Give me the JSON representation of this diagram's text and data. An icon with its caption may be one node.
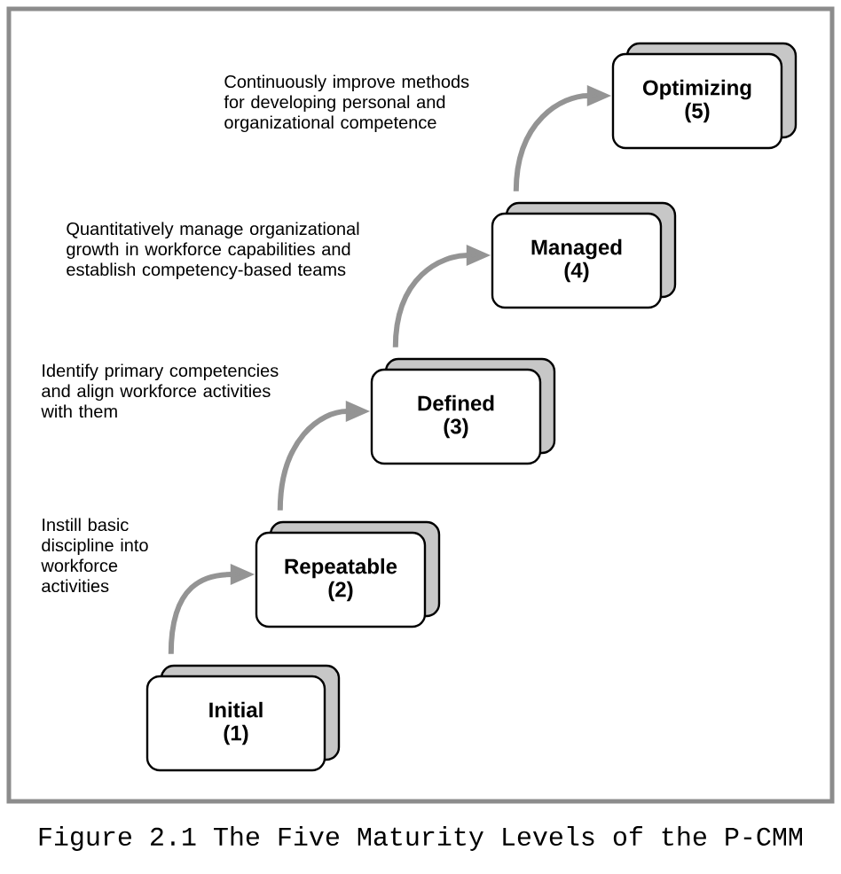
{
  "diagram": {
    "caption": "Figure 2.1 The Five Maturity Levels of the P-CMM",
    "nodes": [
      {
        "text": [
          "Initial",
          "(1)"
        ]
      },
      {
        "text": [
          "Repeatable",
          "(2)"
        ]
      },
      {
        "text": [
          "Defined",
          "(3)"
        ]
      },
      {
        "text": [
          "Managed",
          "(4)"
        ]
      },
      {
        "text": [
          "Optimizing",
          "(5)"
        ]
      }
    ],
    "edges": [
      {
        "from": 0,
        "to": 1,
        "arrow": "to"
      },
      {
        "from": 1,
        "to": 2,
        "arrow": "to"
      },
      {
        "from": 2,
        "to": 3,
        "arrow": "to"
      },
      {
        "from": 3,
        "to": 4,
        "arrow": "to"
      }
    ],
    "labels": [
      "Continuously improve methods for developing personal and organizational competence",
      "Quantitatively manage organizational growth in workforce capabilities and establish competency-based teams",
      "Identify primary competencies and align workforce activities with them",
      "Instill basic discipline into workforce activities"
    ]
  }
}
